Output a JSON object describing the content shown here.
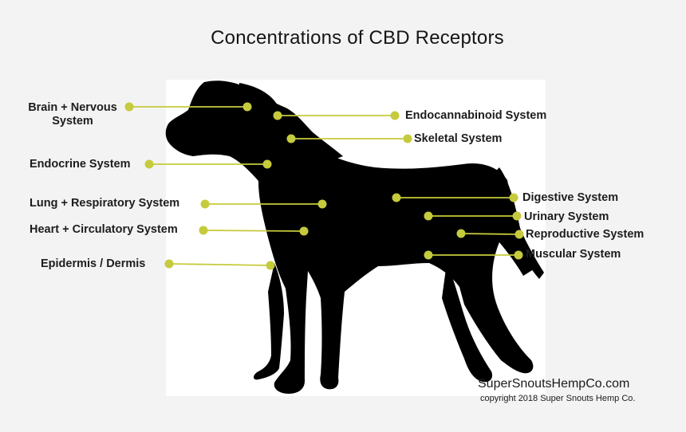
{
  "title": "Concentrations of CBD Receptors",
  "colors": {
    "accent": "#c5cb3c",
    "silhouette": "#000000",
    "background": "#f3f3f3",
    "panel": "#ffffff"
  },
  "labels": {
    "brain": "Brain + Nervous\nSystem",
    "endocannabinoid": "Endocannabinoid System",
    "skeletal": "Skeletal System",
    "endocrine": "Endocrine System",
    "lung": "Lung + Respiratory System",
    "digestive": "Digestive System",
    "urinary": "Urinary System",
    "heart": "Heart + Circulatory System",
    "reproductive": "Reproductive System",
    "muscular": "Muscular System",
    "epidermis": "Epidermis / Dermis"
  },
  "footer": {
    "site": "SuperSnoutsHempCo.com",
    "copyright": "copyright 2018  Super Snouts Hemp Co."
  }
}
